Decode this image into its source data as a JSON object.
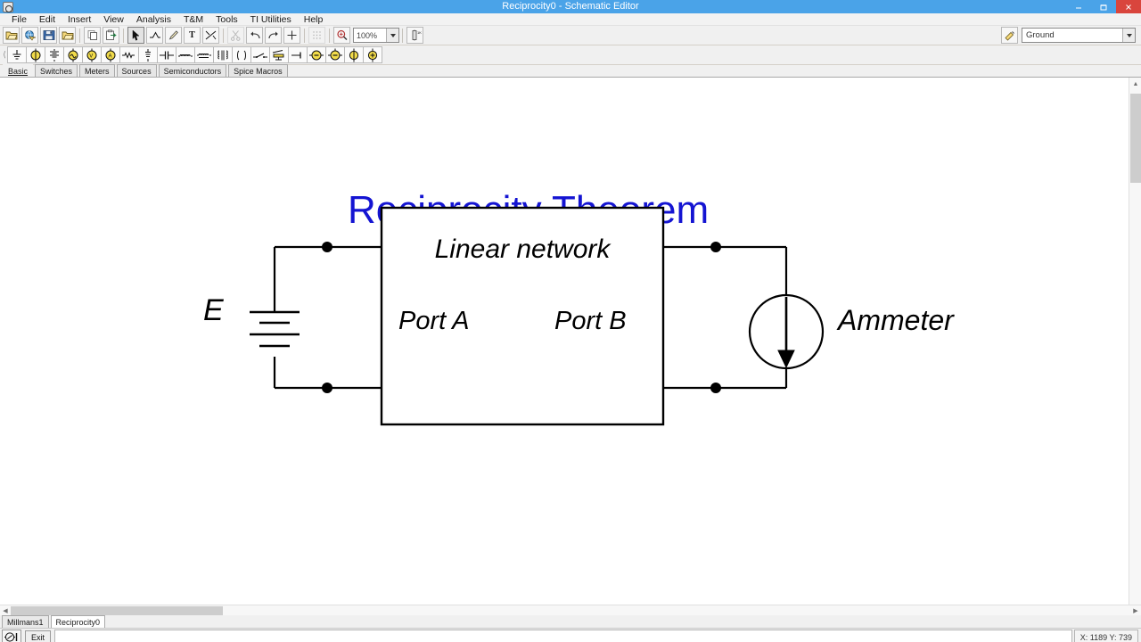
{
  "window": {
    "title": "Reciprocity0 - Schematic Editor",
    "app_icon": "app-icon",
    "controls": {
      "minimize": "–",
      "restore": "❑",
      "close": "×"
    }
  },
  "menubar": {
    "items": [
      {
        "label": "File"
      },
      {
        "label": "Edit"
      },
      {
        "label": "Insert"
      },
      {
        "label": "View"
      },
      {
        "label": "Analysis"
      },
      {
        "label": "T&M"
      },
      {
        "label": "Tools"
      },
      {
        "label": "TI Utilities"
      },
      {
        "label": "Help"
      }
    ]
  },
  "toolbar": {
    "buttons": [
      {
        "name": "open-file-button",
        "icon": "folder-open-icon"
      },
      {
        "name": "open-web-button",
        "icon": "globe-icon"
      },
      {
        "name": "save-button",
        "icon": "floppy-disk-icon"
      },
      {
        "name": "open-recent-button",
        "icon": "folder-icon"
      },
      {
        "name": "copy-button",
        "icon": "copy-icon"
      },
      {
        "name": "paste-button",
        "icon": "paste-icon"
      },
      {
        "name": "select-tool-button",
        "icon": "cursor-arrow-icon"
      },
      {
        "name": "wire-tool-button",
        "icon": "wire-icon"
      },
      {
        "name": "draw-tool-button",
        "icon": "pencil-icon"
      },
      {
        "name": "text-tool-button",
        "icon": "text-t-icon"
      },
      {
        "name": "graph-tool-button",
        "icon": "waveform-icon"
      },
      {
        "name": "cut-button",
        "icon": "scissors-icon"
      },
      {
        "name": "undo-button",
        "icon": "undo-arrow-icon"
      },
      {
        "name": "redo-button",
        "icon": "redo-arrow-icon"
      },
      {
        "name": "crosshair-button",
        "icon": "crosshair-icon"
      },
      {
        "name": "grid-button",
        "icon": "grid-icon"
      },
      {
        "name": "zoom-button",
        "icon": "magnifier-icon"
      }
    ],
    "zoom_value": "100%",
    "probe_icon": "probe-icon",
    "ground_value": "Ground"
  },
  "component_toolbar": {
    "items": [
      {
        "name": "component-ground",
        "icon": "ground-symbol-icon"
      },
      {
        "name": "component-dc-source",
        "icon": "dc-source-icon"
      },
      {
        "name": "component-battery",
        "icon": "battery-symbol-icon"
      },
      {
        "name": "component-ac-source",
        "icon": "ac-source-icon"
      },
      {
        "name": "component-voltage-source",
        "icon": "voltage-source-icon"
      },
      {
        "name": "component-current-source",
        "icon": "current-source-icon"
      },
      {
        "name": "component-resistor",
        "icon": "resistor-icon"
      },
      {
        "name": "component-potentiometer",
        "icon": "potentiometer-icon"
      },
      {
        "name": "component-capacitor",
        "icon": "capacitor-icon"
      },
      {
        "name": "component-inductor",
        "icon": "inductor-icon"
      },
      {
        "name": "component-coil",
        "icon": "coil-icon"
      },
      {
        "name": "component-transformer",
        "icon": "transformer-icon"
      },
      {
        "name": "component-coupled-inductor",
        "icon": "coupled-inductor-icon"
      },
      {
        "name": "component-switch",
        "icon": "switch-icon"
      },
      {
        "name": "component-relay",
        "icon": "relay-icon"
      },
      {
        "name": "component-terminal",
        "icon": "terminal-icon"
      },
      {
        "name": "component-meter-1",
        "icon": "meter-icon"
      },
      {
        "name": "component-meter-2",
        "icon": "meter-icon"
      },
      {
        "name": "component-meter-3",
        "icon": "meter-icon"
      },
      {
        "name": "component-meter-4",
        "icon": "meter-icon"
      }
    ]
  },
  "library_tabs": [
    {
      "label": "Basic",
      "active": true
    },
    {
      "label": "Switches",
      "active": false
    },
    {
      "label": "Meters",
      "active": false
    },
    {
      "label": "Sources",
      "active": false
    },
    {
      "label": "Semiconductors",
      "active": false
    },
    {
      "label": "Spice Macros",
      "active": false
    }
  ],
  "schematic": {
    "title": "Reciprocity Theorem",
    "title_color": "#1414d2",
    "source_label": "E",
    "network_label": "Linear network",
    "port_a_label": "Port A",
    "port_b_label": "Port B",
    "ammeter_label": "Ammeter"
  },
  "document_tabs": [
    {
      "label": "Millmans1",
      "active": false
    },
    {
      "label": "Reciprocity0",
      "active": true
    }
  ],
  "bottombar": {
    "meter_icon": "meter-tool-icon",
    "exit_label": "Exit",
    "status_text": "",
    "coordinates": "X: 1189 Y: 739"
  }
}
